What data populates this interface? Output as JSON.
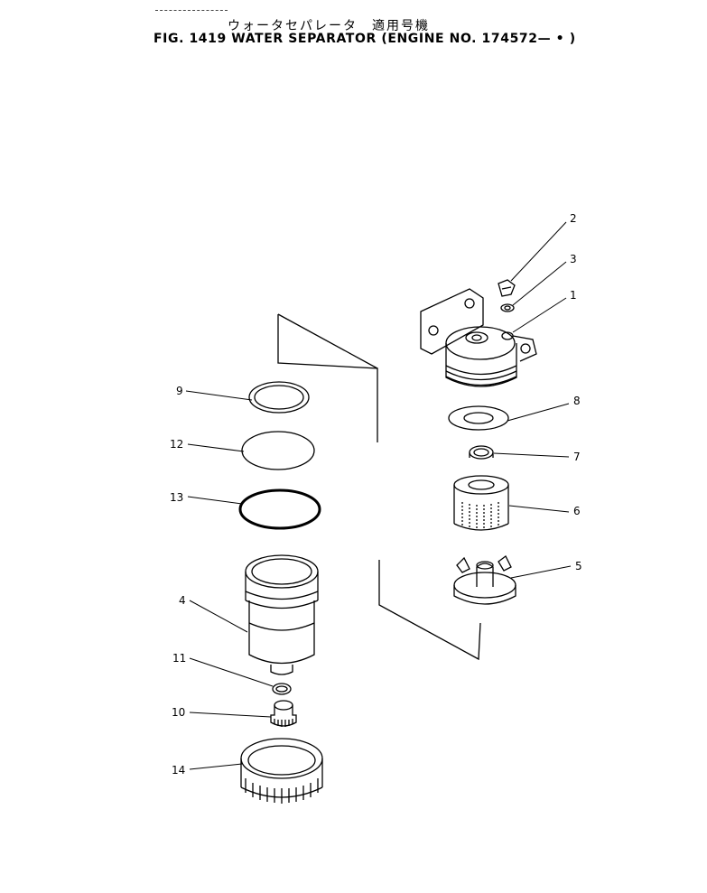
{
  "header": {
    "japanese_title": "ウォータセパレータ　適用号機",
    "english_title": "FIG. 1419  WATER SEPARATOR (ENGINE NO. 174572—  •  )"
  },
  "callouts": {
    "c1": "1",
    "c2": "2",
    "c3": "3",
    "c4": "4",
    "c5": "5",
    "c6": "6",
    "c7": "7",
    "c8": "8",
    "c9": "9",
    "c10": "10",
    "c11": "11",
    "c12": "12",
    "c13": "13",
    "c14": "14"
  }
}
